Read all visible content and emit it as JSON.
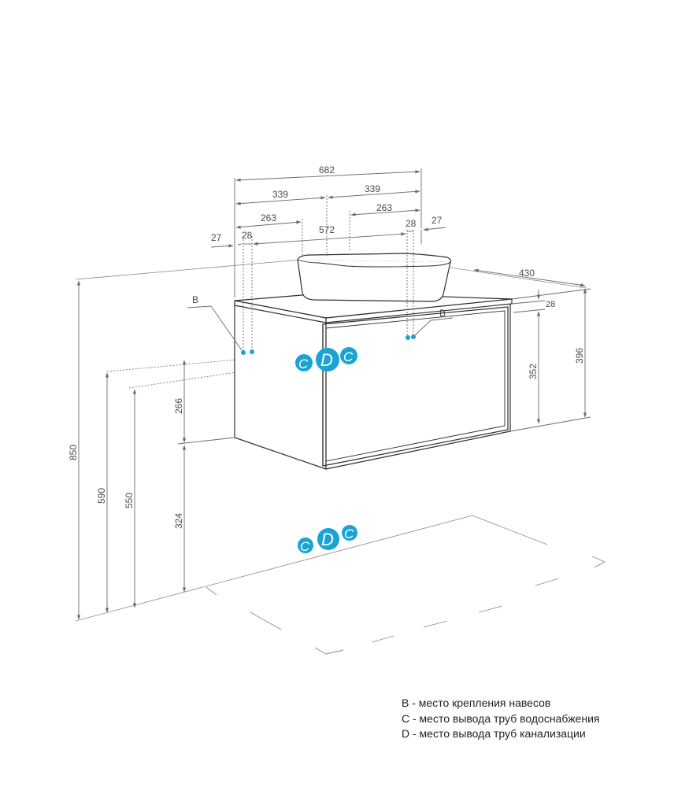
{
  "dimensions": {
    "top_overall": "682",
    "top_half_left": "339",
    "top_half_right": "339",
    "top_263_left": "263",
    "top_263_right": "263",
    "left_27": "27",
    "left_28": "28",
    "mid_572": "572",
    "right_28": "28",
    "right_27": "27",
    "depth_430": "430",
    "top_thickness_28": "28",
    "side_352": "352",
    "side_396": "396",
    "height_850": "850",
    "height_590": "590",
    "height_550": "550",
    "height_266": "266",
    "height_324": "324"
  },
  "markers": {
    "b_left": "B",
    "b_right": "B",
    "c": "C",
    "d": "D"
  },
  "colors": {
    "marker": "#1aa3d4",
    "line": "#2e2e2e",
    "dim": "#7a7a7a"
  },
  "legend": [
    "B - место крепления навесов",
    "C - место вывода труб водоснабжения",
    "D - место вывода труб канализации"
  ]
}
